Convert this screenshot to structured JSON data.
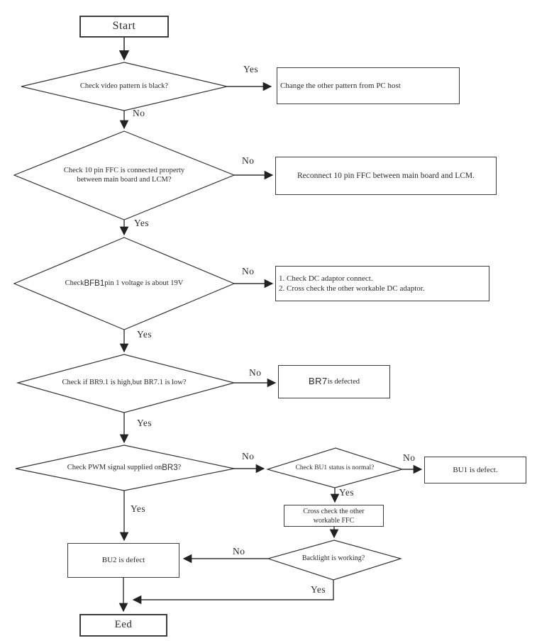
{
  "colors": {
    "line": "#333333",
    "text": "#2a2a2a",
    "background": "#ffffff"
  },
  "nodes": {
    "start": {
      "label": "Start"
    },
    "d1": {
      "label": "Check video pattern is black?"
    },
    "b1": {
      "label": "Change the other pattern from PC host"
    },
    "d2": {
      "line1": "Check 10 pin FFC is connected property",
      "line2": "between main board and LCM?"
    },
    "b2": {
      "label": "Reconnect 10 pin FFC between main board and LCM."
    },
    "d3": {
      "pre": "Check ",
      "token": "BFB1",
      "post": " pin 1 voltage is about 19V"
    },
    "b3": {
      "line1": "1. Check DC adaptor connect.",
      "line2": "2. Cross check the other workable DC adaptor."
    },
    "d4": {
      "label": "Check if BR9.1 is high,but BR7.1 is low?"
    },
    "b4": {
      "token": "BR7",
      "post": " is defected"
    },
    "d5": {
      "pre": "Check PWM signal supplied on ",
      "token": "BR3",
      "post": " ?"
    },
    "d6": {
      "label": "Check BU1 status is normal?"
    },
    "b5": {
      "label": "BU1 is defect."
    },
    "b6": {
      "line1": "Cross check the other",
      "line2": "workable FFC"
    },
    "d7": {
      "label": "Backlight is working?"
    },
    "b7": {
      "label": "BU2 is defect"
    },
    "end": {
      "label": "Eed"
    }
  },
  "edge_labels": {
    "d1_yes": "Yes",
    "d1_no": "No",
    "d2_no": "No",
    "d2_yes": "Yes",
    "d3_no": "No",
    "d3_yes": "Yes",
    "d4_no": "No",
    "d4_yes": "Yes",
    "d5_no": "No",
    "d5_yes": "Yes",
    "d6_no": "No",
    "d6_yes": "Yes",
    "d7_no": "No",
    "d7_yes": "Yes"
  }
}
